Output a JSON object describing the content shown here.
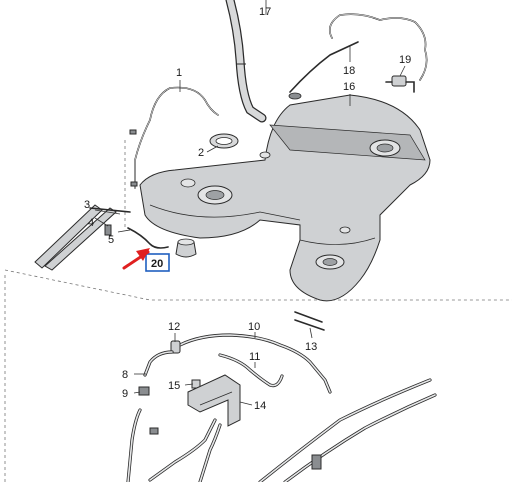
{
  "callouts": {
    "c1": "1",
    "c2": "2",
    "c3": "3",
    "c4": "4",
    "c5": "5",
    "c8": "8",
    "c9": "9",
    "c10": "10",
    "c11": "11",
    "c12": "12",
    "c13": "13",
    "c14": "14",
    "c15": "15",
    "c16": "16",
    "c17": "17",
    "c18": "18",
    "c19": "19",
    "c20": "20"
  },
  "highlight": {
    "target_callout": "20",
    "box_color": "#1f5fbf",
    "arrow_color": "#e02020"
  },
  "colors": {
    "tank_fill": "#c9cbcd",
    "tank_shade": "#9ea1a4",
    "line": "#2b2b2b"
  }
}
